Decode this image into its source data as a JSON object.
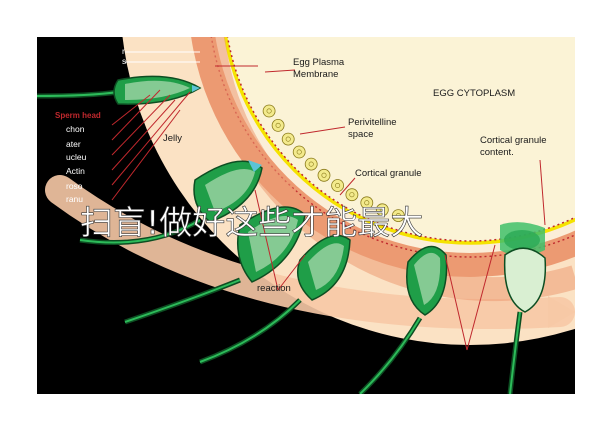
{
  "labels": {
    "egg_plasma_membrane_1": "Egg Plasma",
    "egg_plasma_membrane_2": "Membrane",
    "egg_cytoplasm": "EGG CYTOPLASM",
    "perivitelline_1": "Perivitelline",
    "perivitelline_2": "space",
    "cortical_granule": "Cortical granule",
    "cortical_content_1": "Cortical granule",
    "cortical_content_2": "content.",
    "jelly": "Jelly",
    "reaction_partial": "reaction",
    "sperm_head": "Sperm head",
    "side_1": "chon",
    "side_2": "ater",
    "side_3": "ucleu",
    "side_4": "Actin",
    "side_5": "roso",
    "side_6": "ranu",
    "top_partial_1": "r",
    "top_partial_2": "s"
  },
  "watermark": "扫盲!做好这些才能最大",
  "colors": {
    "cytoplasm": "#fbf3d6",
    "zona": "#ec9a72",
    "jelly": "#fbe2c4",
    "membrane": "#f5e300",
    "granule": "#f3ea8c",
    "sperm_green": "#1f9e48",
    "sperm_dark": "#0d4e22",
    "red_line": "#c0282d",
    "background": "#000000"
  }
}
